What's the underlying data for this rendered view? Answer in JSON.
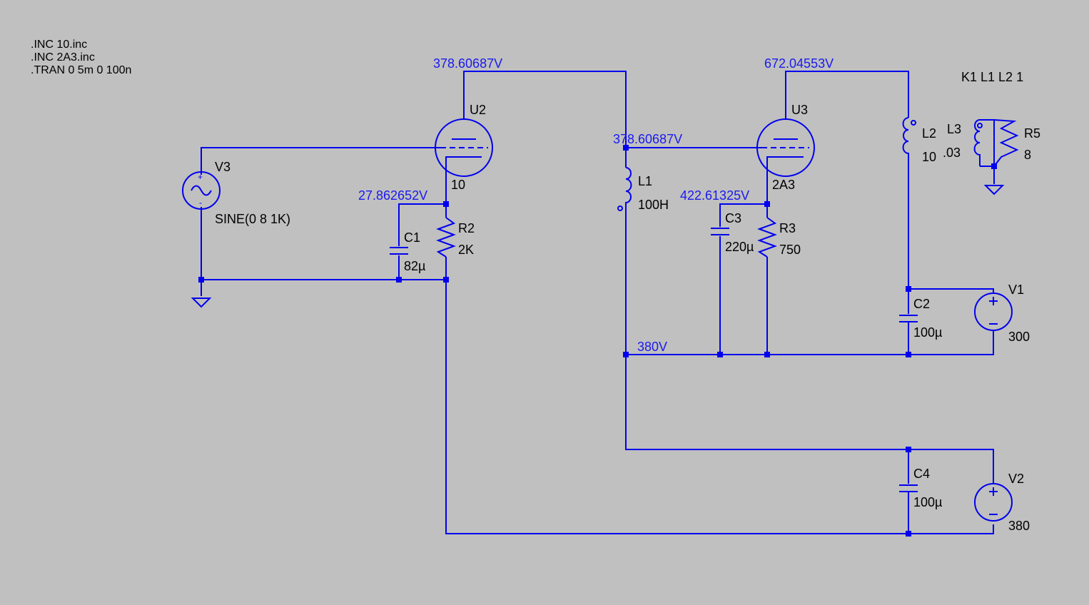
{
  "directives": [
    ".INC 10.inc",
    ".INC 2A3.inc",
    ".TRAN 0 5m 0 100n"
  ],
  "coupling": "K1 L1 L2 1",
  "node_voltages": {
    "u2_plate": "378.60687V",
    "u3_grid": "378.60687V",
    "u3_plate": "672.04553V",
    "u2_cathode": "27.862652V",
    "u3_cathode": "422.61325V",
    "supply": "380V"
  },
  "components": {
    "U2": {
      "ref": "U2",
      "value": "10"
    },
    "U3": {
      "ref": "U3",
      "value": "2A3"
    },
    "V3": {
      "ref": "V3",
      "value": "SINE(0 8 1K)"
    },
    "R2": {
      "ref": "R2",
      "value": "2K"
    },
    "C1": {
      "ref": "C1",
      "value": "82µ"
    },
    "L1": {
      "ref": "L1",
      "value": "100H"
    },
    "C3": {
      "ref": "C3",
      "value": "220µ"
    },
    "R3": {
      "ref": "R3",
      "value": "750"
    },
    "L2": {
      "ref": "L2",
      "value": "10"
    },
    "L3": {
      "ref": "L3",
      "value": ".03"
    },
    "R5": {
      "ref": "R5",
      "value": "8"
    },
    "C2": {
      "ref": "C2",
      "value": "100µ"
    },
    "V1": {
      "ref": "V1",
      "value": "300"
    },
    "C4": {
      "ref": "C4",
      "value": "100µ"
    },
    "V2": {
      "ref": "V2",
      "value": "380"
    }
  },
  "colors": {
    "background": "#c0c0c0",
    "wire": "#0000ee",
    "voltage_label": "#1a1aee",
    "text": "#000000"
  }
}
